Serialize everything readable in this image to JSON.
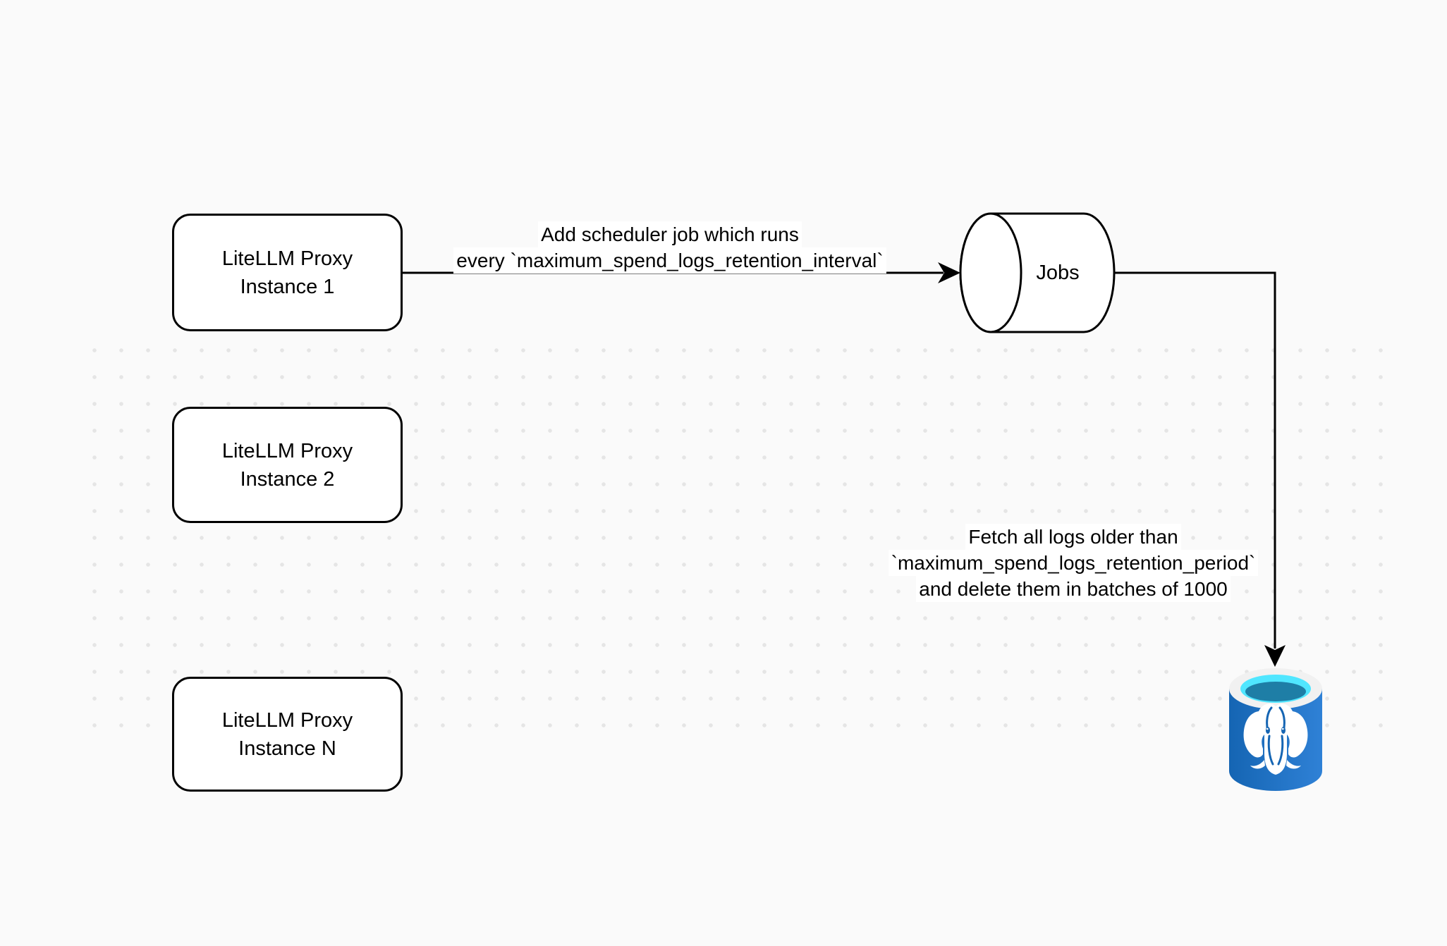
{
  "nodes": {
    "instance1": {
      "label": "LiteLLM Proxy\nInstance 1"
    },
    "instance2": {
      "label": "LiteLLM Proxy\nInstance 2"
    },
    "instanceN": {
      "label": "LiteLLM Proxy\nInstance N"
    },
    "jobs": {
      "label": "Jobs"
    },
    "database": {
      "icon": "postgresql-database-icon"
    }
  },
  "edges": {
    "scheduler": {
      "line1": "Add scheduler job which runs",
      "line2": "every `maximum_spend_logs_retention_interval`"
    },
    "fetch": {
      "line1": "Fetch all logs older than",
      "line2": "`maximum_spend_logs_retention_period`",
      "line3": "and delete them in batches of 1000"
    }
  },
  "colors": {
    "canvas_bg": "#fafafa",
    "dot": "#e5e5e5",
    "stroke": "#000000",
    "node_fill": "#ffffff",
    "label_bg": "#ffffff",
    "pg_body_left": "#1565b3",
    "pg_body_right": "#2f81d6",
    "pg_rim": "#f1f1f1",
    "pg_top_cyan": "#50e6ff",
    "pg_top_pool": "#1e7ea6",
    "pg_white": "#ffffff"
  }
}
